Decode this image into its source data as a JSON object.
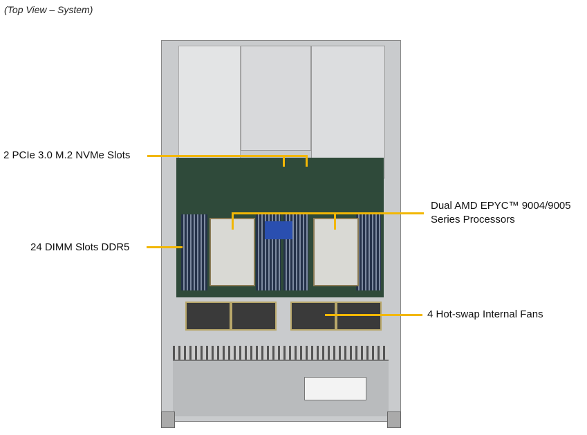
{
  "caption": "(Top View – System)",
  "callouts": {
    "m2": "2 PCIe 3.0 M.2 NVMe Slots",
    "dimm": "24 DIMM Slots DDR5",
    "cpu_line1": "Dual AMD EPYC™ 9004/9005",
    "cpu_line2": "Series Processors",
    "fans": "4 Hot-swap Internal Fans"
  },
  "colors": {
    "callout_line": "#f2b705"
  }
}
